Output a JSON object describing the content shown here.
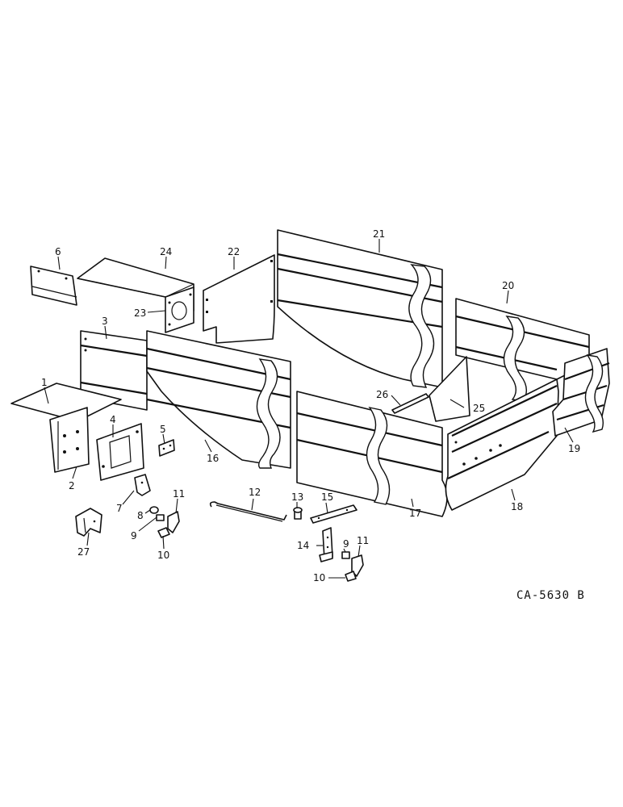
{
  "figure_code": "CA-5630 B",
  "callouts": {
    "c1": "1",
    "c2": "2",
    "c3": "3",
    "c4": "4",
    "c5": "5",
    "c6": "6",
    "c7": "7",
    "c8a": "8",
    "c9a": "9",
    "c9b": "9",
    "c10a": "10",
    "c10b": "10",
    "c11a": "11",
    "c11b": "11",
    "c12": "12",
    "c13": "13",
    "c14": "14",
    "c15": "15",
    "c16": "16",
    "c17": "17",
    "c18": "18",
    "c19": "19",
    "c20": "20",
    "c21": "21",
    "c22": "22",
    "c23": "23",
    "c24": "24",
    "c25": "25",
    "c26": "26",
    "c27": "27"
  }
}
